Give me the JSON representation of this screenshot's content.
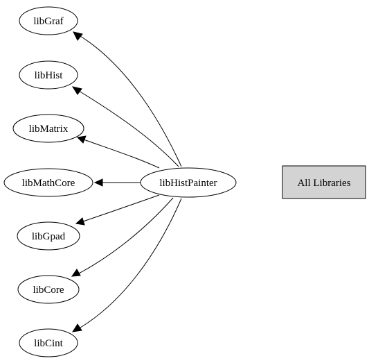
{
  "diagram": {
    "center": {
      "label": "libHistPainter"
    },
    "dependencies": [
      {
        "label": "libGraf"
      },
      {
        "label": "libHist"
      },
      {
        "label": "libMatrix"
      },
      {
        "label": "libMathCore"
      },
      {
        "label": "libGpad"
      },
      {
        "label": "libCore"
      },
      {
        "label": "libCint"
      }
    ],
    "all_libraries": {
      "label": "All Libraries",
      "fill_color": "#d3d3d3"
    },
    "colors": {
      "stroke": "#000000",
      "node_fill": "#ffffff"
    }
  }
}
